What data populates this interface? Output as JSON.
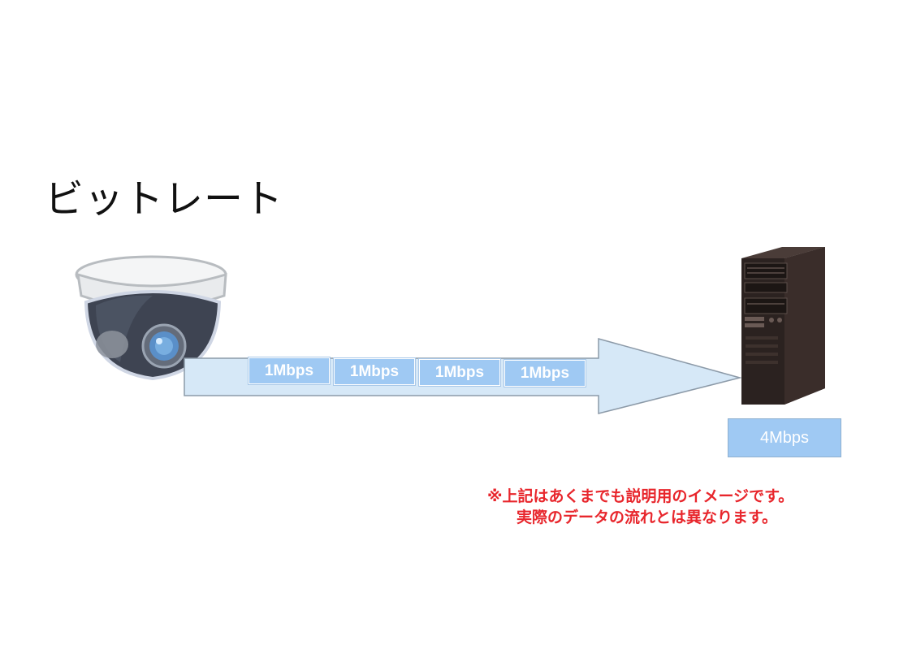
{
  "title": "ビットレート",
  "stream": {
    "packets": [
      "1Mbps",
      "1Mbps",
      "1Mbps",
      "1Mbps"
    ]
  },
  "server": {
    "total_label": "4Mbps"
  },
  "note": {
    "line1": "※上記はあくまでも説明用のイメージです。",
    "line2": "実際のデータの流れとは異なります。"
  },
  "colors": {
    "arrow_fill": "#d6e8f7",
    "packet_fill": "#9fc9f3",
    "note_text": "#e8262c",
    "server_body": "#2b2220"
  },
  "icons": [
    "dome-camera-icon",
    "server-tower-icon",
    "right-arrow"
  ]
}
